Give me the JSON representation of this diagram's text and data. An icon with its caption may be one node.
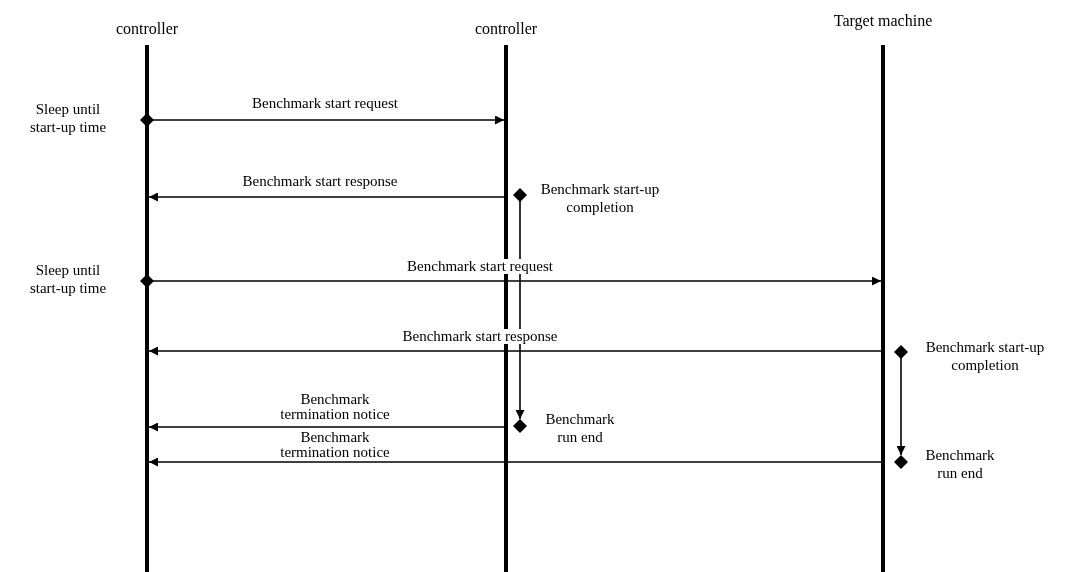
{
  "diagram": {
    "nodes": [
      {
        "text": [
          "controller"
        ]
      },
      {
        "text": [
          "controller"
        ]
      },
      {
        "text": [
          "Target machine"
        ]
      },
      {
        "text": [],
        "shape": "diamond",
        "beside": [
          "Sleep until start-up time"
        ]
      },
      {
        "text": [],
        "shape": "diamond",
        "beside": [
          "Benchmark start-up completion"
        ]
      },
      {
        "text": [],
        "shape": "diamond",
        "beside": [
          "Sleep until start-up time"
        ]
      },
      {
        "text": [],
        "shape": "diamond",
        "beside": [
          "Benchmark start-up completion"
        ]
      },
      {
        "text": [],
        "shape": "diamond",
        "beside": [
          "Benchmark run end"
        ]
      },
      {
        "text": [],
        "shape": "diamond",
        "beside": [
          "Benchmark run end"
        ]
      }
    ],
    "edges": [
      {
        "from": 3,
        "to": 1,
        "arrow": "to",
        "label": "Benchmark start request"
      },
      {
        "from": 1,
        "to": 0,
        "arrow": "to",
        "label": "Benchmark start response"
      },
      {
        "from": 5,
        "to": 2,
        "arrow": "to",
        "label": "Benchmark start request"
      },
      {
        "from": 2,
        "to": 0,
        "arrow": "to",
        "label": "Benchmark start response"
      },
      {
        "from": 4,
        "to": 7,
        "arrow": "to"
      },
      {
        "from": 1,
        "to": 0,
        "arrow": "to",
        "label": "Benchmark termination notice"
      },
      {
        "from": 6,
        "to": 8,
        "arrow": "to"
      },
      {
        "from": 2,
        "to": 0,
        "arrow": "to",
        "label": "Benchmark termination notice"
      }
    ]
  }
}
